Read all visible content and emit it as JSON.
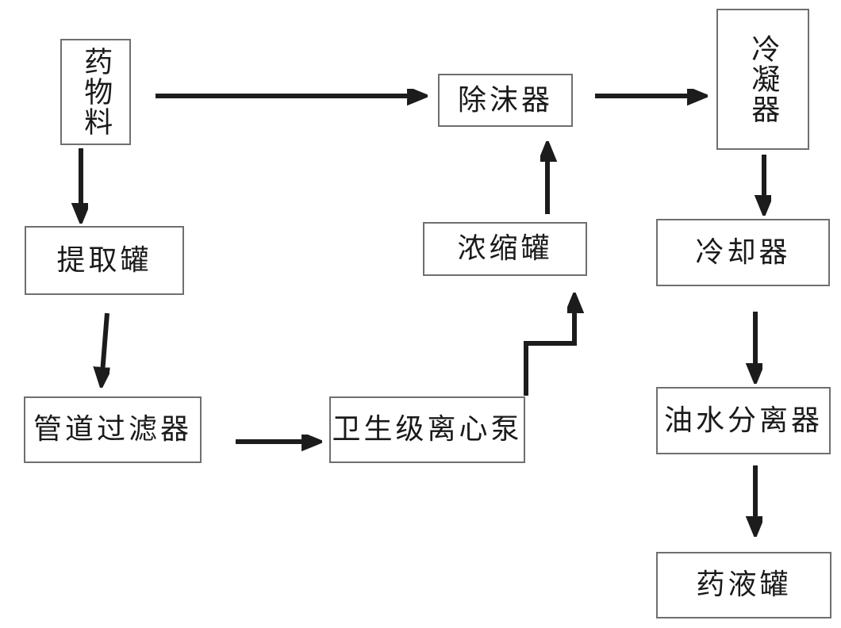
{
  "diagram": {
    "background_color": "#ffffff",
    "arrow_color": "#1c1c1c",
    "box_border_color": "#6f6f6f",
    "nodes": [
      {
        "id": "drug-material",
        "label": "药物料",
        "orientation": "vertical"
      },
      {
        "id": "extraction-tank",
        "label": "提取罐",
        "orientation": "horizontal"
      },
      {
        "id": "pipeline-filter",
        "label": "管道过滤器",
        "orientation": "horizontal"
      },
      {
        "id": "sanitary-centrifugal-pump",
        "label": "卫生级离心泵",
        "orientation": "horizontal"
      },
      {
        "id": "concentration-tank",
        "label": "浓缩罐",
        "orientation": "horizontal"
      },
      {
        "id": "demister",
        "label": "除沫器",
        "orientation": "horizontal"
      },
      {
        "id": "condenser",
        "label": "冷凝器",
        "orientation": "vertical"
      },
      {
        "id": "cooler",
        "label": "冷却器",
        "orientation": "horizontal"
      },
      {
        "id": "oil-water-separator",
        "label": "油水分离器",
        "orientation": "horizontal"
      },
      {
        "id": "liquid-medicine-tank",
        "label": "药液罐",
        "orientation": "horizontal"
      }
    ],
    "edges": [
      {
        "from": "drug-material",
        "to": "demister",
        "shape": "straight"
      },
      {
        "from": "drug-material",
        "to": "extraction-tank",
        "shape": "straight"
      },
      {
        "from": "extraction-tank",
        "to": "pipeline-filter",
        "shape": "straight"
      },
      {
        "from": "pipeline-filter",
        "to": "sanitary-centrifugal-pump",
        "shape": "straight"
      },
      {
        "from": "sanitary-centrifugal-pump",
        "to": "concentration-tank",
        "shape": "elbow"
      },
      {
        "from": "concentration-tank",
        "to": "demister",
        "shape": "straight"
      },
      {
        "from": "demister",
        "to": "condenser",
        "shape": "straight"
      },
      {
        "from": "condenser",
        "to": "cooler",
        "shape": "straight"
      },
      {
        "from": "cooler",
        "to": "oil-water-separator",
        "shape": "straight"
      },
      {
        "from": "oil-water-separator",
        "to": "liquid-medicine-tank",
        "shape": "straight"
      }
    ]
  }
}
